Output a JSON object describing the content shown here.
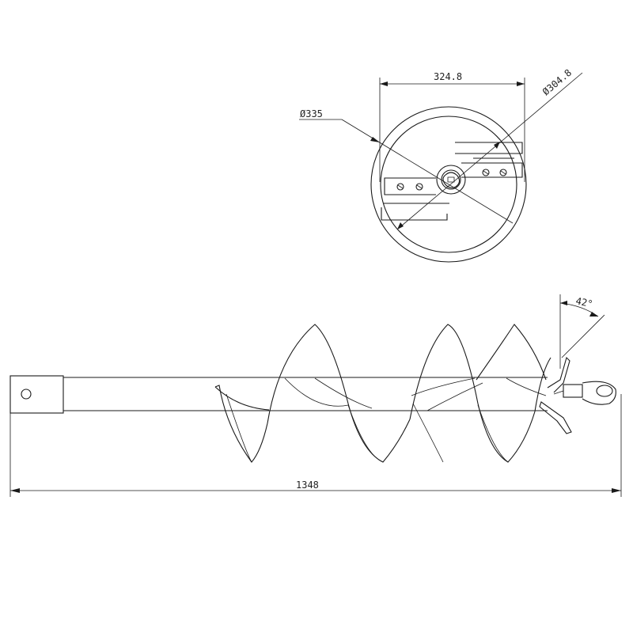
{
  "dimensions": {
    "top_width": "324.8",
    "inner_diameter": "Ø304.8",
    "outer_diameter": "Ø335",
    "total_length": "1348",
    "blade_angle": "42°"
  }
}
